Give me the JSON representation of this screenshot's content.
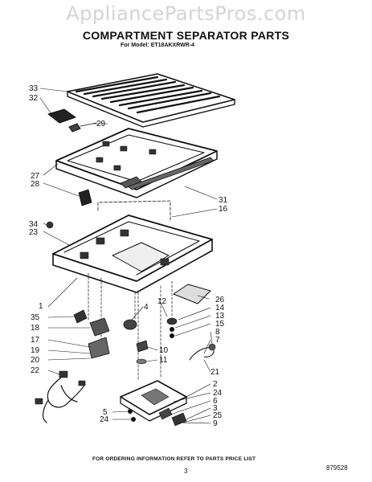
{
  "watermark": "AppliancePartsPros.com",
  "title": "COMPARTMENT SEPARATOR PARTS",
  "model_line": "For Model: ET18AKXRWR-4",
  "callouts": {
    "c33": "33",
    "c32": "32",
    "c29": "29",
    "c27": "27",
    "c28": "28",
    "c31": "31",
    "c16": "16",
    "c34": "34",
    "c23": "23",
    "c1": "1",
    "c12": "12",
    "c26": "26",
    "c4": "4",
    "c14": "14",
    "c35": "35",
    "c13": "13",
    "c15": "15",
    "c18": "18",
    "c8": "8",
    "c7": "7",
    "c17": "17",
    "c10": "10",
    "c19": "19",
    "c11": "11",
    "c20": "20",
    "c22": "22",
    "c21": "21",
    "c2": "2",
    "c24a": "24",
    "c6": "6",
    "c5": "5",
    "c3": "3",
    "c24b": "24",
    "c25": "25",
    "c9": "9"
  },
  "footer": "FOR ORDERING INFORMATION REFER TO PARTS PRICE LIST",
  "page_number": "3",
  "diagram_code": "879528"
}
